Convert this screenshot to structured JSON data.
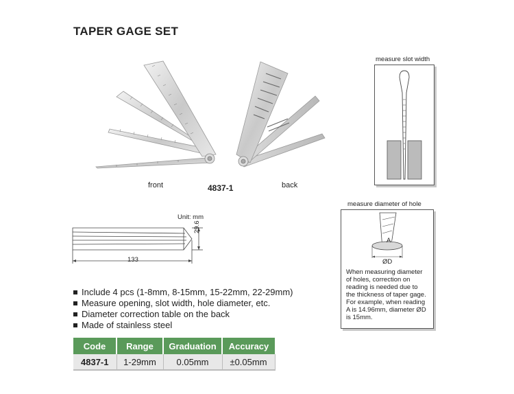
{
  "title": "TAPER GAGE SET",
  "photos": {
    "front_label": "front",
    "back_label": "back",
    "model": "4837-1"
  },
  "drawing": {
    "unit": "Unit: mm",
    "width_dim": "133",
    "height_dim": "29.6"
  },
  "slot_panel": {
    "caption": "measure slot width"
  },
  "hole_panel": {
    "caption": "measure diameter of hole",
    "label_a": "A",
    "label_d": "ØD",
    "note": [
      "When measuring diameter",
      "of holes, correction on",
      "reading is needed due to",
      "the thickness of taper gage.",
      "For example, when reading",
      "A is 14.96mm, diameter ØD",
      "is 15mm."
    ]
  },
  "features": [
    "Include 4 pcs (1-8mm, 8-15mm, 15-22mm, 22-29mm)",
    "Measure opening, slot width, hole diameter, etc.",
    "Diameter correction table on the back",
    "Made of stainless steel"
  ],
  "spec_table": {
    "headers": [
      "Code",
      "Range",
      "Graduation",
      "Accuracy"
    ],
    "rows": [
      [
        "4837-1",
        "1-29mm",
        "0.05mm",
        "±0.05mm"
      ]
    ]
  },
  "colors": {
    "header_green": "#5a9a5a",
    "row_gray": "#e8e8e8"
  }
}
